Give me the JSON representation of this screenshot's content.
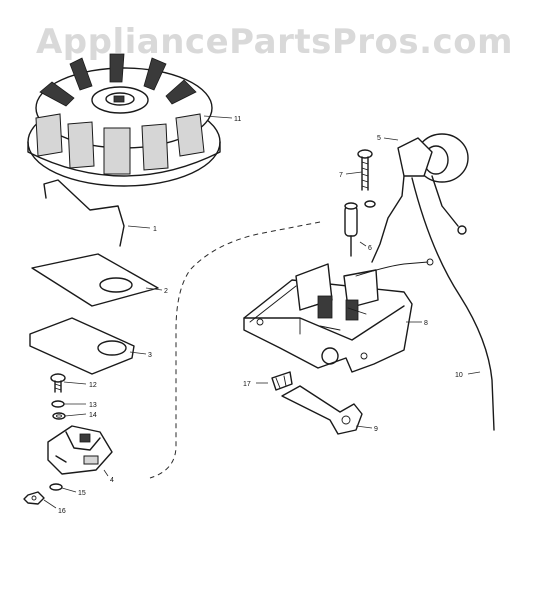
{
  "watermark": "AppliancePartsPros.com",
  "callouts": [
    {
      "id": "1",
      "label": "1"
    },
    {
      "id": "2",
      "label": "2"
    },
    {
      "id": "3",
      "label": "3"
    },
    {
      "id": "4",
      "label": "4"
    },
    {
      "id": "5",
      "label": "5"
    },
    {
      "id": "6",
      "label": "6"
    },
    {
      "id": "7",
      "label": "7"
    },
    {
      "id": "8",
      "label": "8"
    },
    {
      "id": "9",
      "label": "9"
    },
    {
      "id": "10",
      "label": "10"
    },
    {
      "id": "11",
      "label": "11"
    },
    {
      "id": "12",
      "label": "12"
    },
    {
      "id": "13",
      "label": "13"
    },
    {
      "id": "14",
      "label": "14"
    },
    {
      "id": "15",
      "label": "15"
    },
    {
      "id": "16",
      "label": "16"
    },
    {
      "id": "17",
      "label": "17"
    }
  ]
}
